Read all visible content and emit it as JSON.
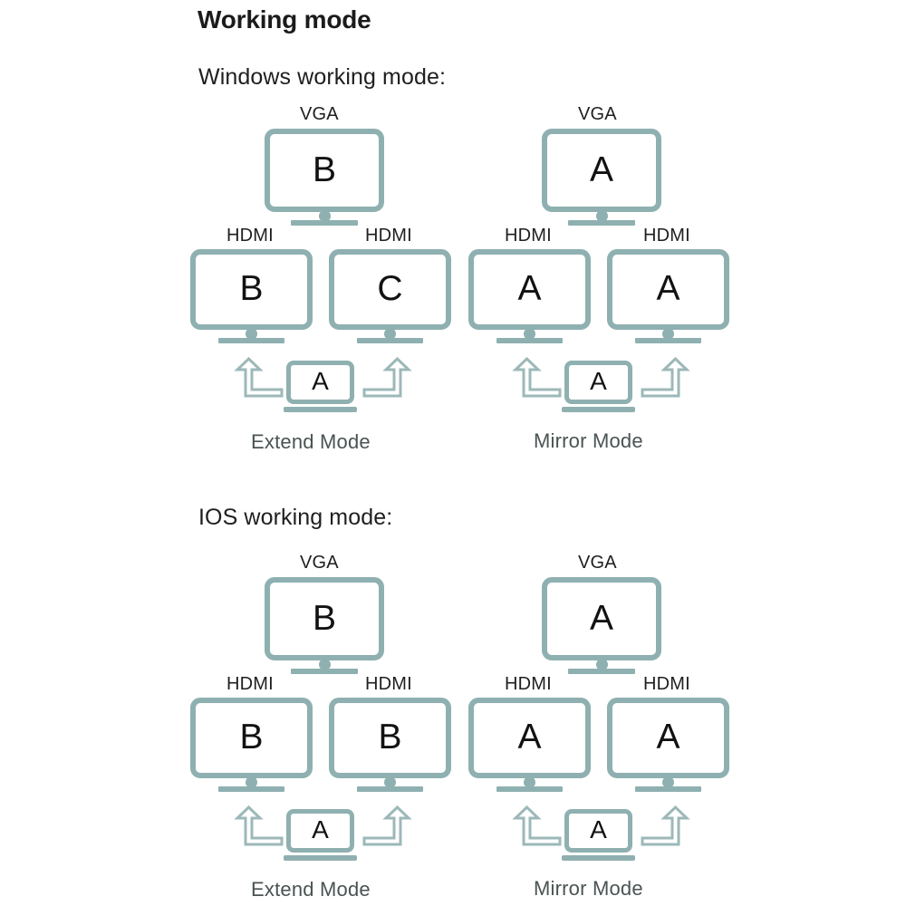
{
  "page": {
    "title": "Working mode",
    "accent_color": "#8fb0b0",
    "text_color": "#1f1f1f",
    "caption_color": "#4a5353",
    "background": "#ffffff"
  },
  "sections": [
    {
      "id": "windows",
      "heading": "Windows working mode:",
      "groups": [
        {
          "id": "windows-extend",
          "mode_label": "Extend Mode",
          "top_monitor": {
            "port": "VGA",
            "letter": "B"
          },
          "bottom_monitors": [
            {
              "port": "HDMI",
              "letter": "B"
            },
            {
              "port": "HDMI",
              "letter": "C"
            }
          ],
          "laptop": {
            "letter": "A"
          }
        },
        {
          "id": "windows-mirror",
          "mode_label": "Mirror Mode",
          "top_monitor": {
            "port": "VGA",
            "letter": "A"
          },
          "bottom_monitors": [
            {
              "port": "HDMI",
              "letter": "A"
            },
            {
              "port": "HDMI",
              "letter": "A"
            }
          ],
          "laptop": {
            "letter": "A"
          }
        }
      ]
    },
    {
      "id": "ios",
      "heading": "IOS working mode:",
      "groups": [
        {
          "id": "ios-extend",
          "mode_label": "Extend Mode",
          "top_monitor": {
            "port": "VGA",
            "letter": "B"
          },
          "bottom_monitors": [
            {
              "port": "HDMI",
              "letter": "B"
            },
            {
              "port": "HDMI",
              "letter": "B"
            }
          ],
          "laptop": {
            "letter": "A"
          }
        },
        {
          "id": "ios-mirror",
          "mode_label": "Mirror Mode",
          "top_monitor": {
            "port": "VGA",
            "letter": "A"
          },
          "bottom_monitors": [
            {
              "port": "HDMI",
              "letter": "A"
            },
            {
              "port": "HDMI",
              "letter": "A"
            }
          ],
          "laptop": {
            "letter": "A"
          }
        }
      ]
    }
  ]
}
